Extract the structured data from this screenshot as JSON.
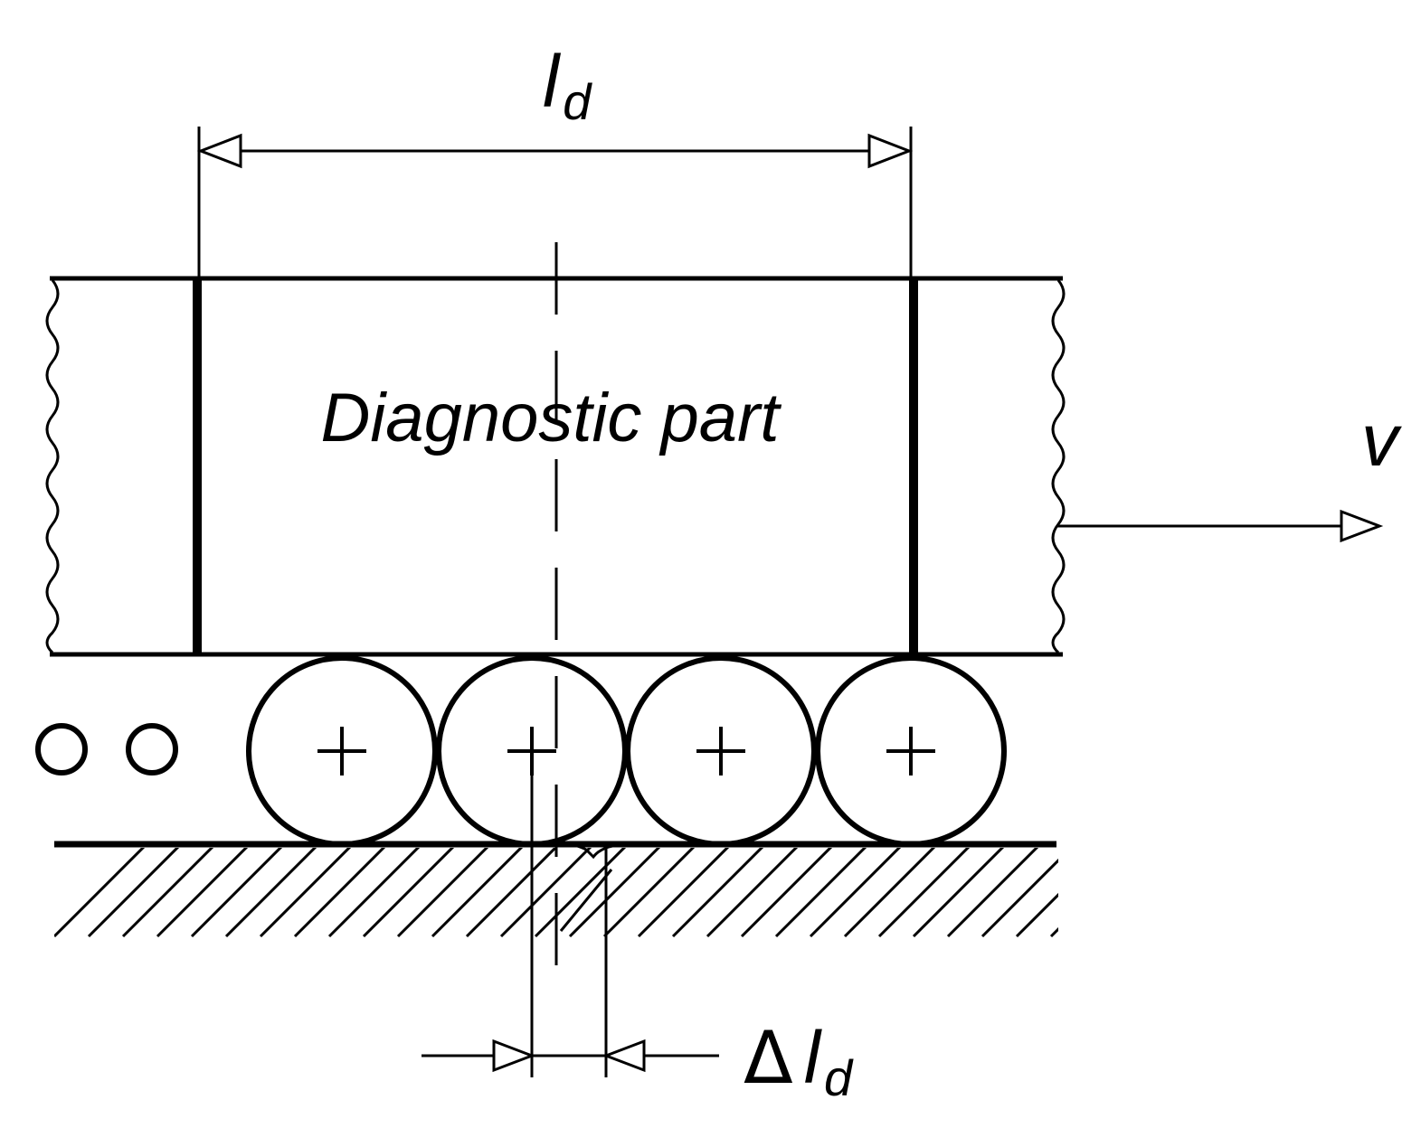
{
  "diagram": {
    "part_label": "Diagnostic part",
    "length_symbol": "l",
    "length_subscript": "d",
    "velocity_symbol": "v",
    "delta_symbol": "Δ",
    "delta_length_symbol": "l",
    "delta_length_subscript": "d",
    "roller_count": 4,
    "small_circle_count": 2
  }
}
